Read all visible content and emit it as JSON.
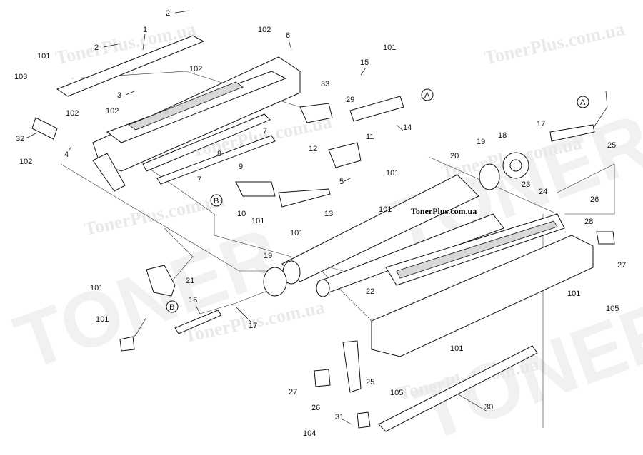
{
  "watermark": {
    "brand": "TONER",
    "site": "TonerPlus.com.ua"
  },
  "site_label": "TonerPlus.com.ua",
  "connectors": {
    "a": "A",
    "b": "B"
  },
  "callouts": [
    "1",
    "2",
    "3",
    "4",
    "5",
    "6",
    "7",
    "8",
    "9",
    "10",
    "11",
    "12",
    "13",
    "14",
    "15",
    "16",
    "17",
    "18",
    "19",
    "20",
    "21",
    "22",
    "23",
    "24",
    "25",
    "26",
    "27",
    "28",
    "29",
    "30",
    "31",
    "32",
    "33",
    "101",
    "102",
    "103",
    "104",
    "105"
  ]
}
